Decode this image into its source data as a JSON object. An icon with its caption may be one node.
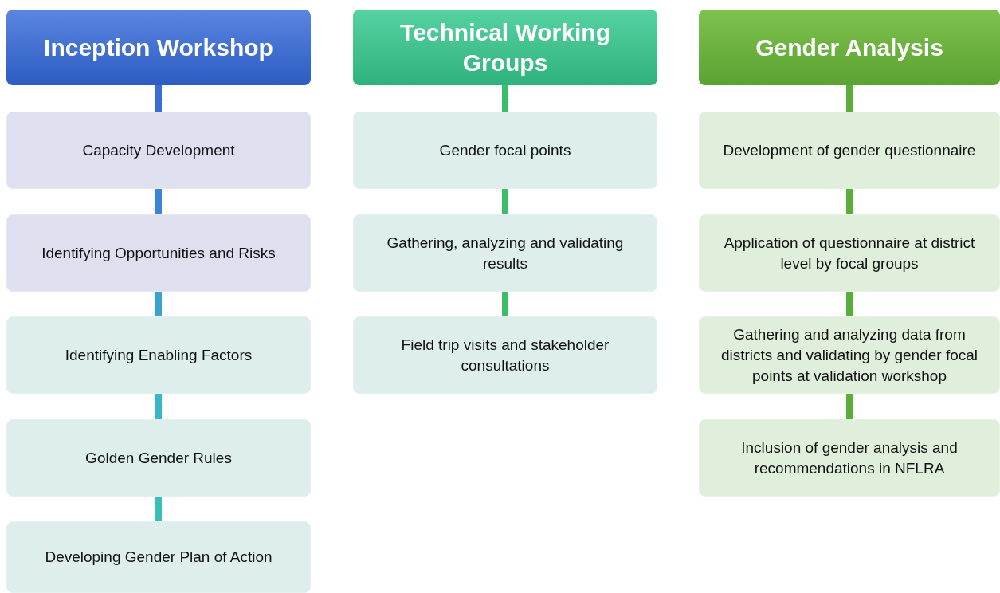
{
  "diagram": {
    "nodes": [
      {
        "text": [
          "Inception Workshop"
        ]
      },
      {
        "text": [
          "Capacity Development"
        ]
      },
      {
        "text": [
          "Identifying Opportunities and Risks"
        ]
      },
      {
        "text": [
          "Identifying Enabling Factors"
        ]
      },
      {
        "text": [
          "Golden Gender Rules"
        ]
      },
      {
        "text": [
          "Developing Gender Plan of Action"
        ]
      },
      {
        "text": [
          "Technical Working Groups"
        ]
      },
      {
        "text": [
          "Gender focal points"
        ]
      },
      {
        "text": [
          "Gathering, analyzing and validating results"
        ]
      },
      {
        "text": [
          "Field trip visits and stakeholder consultations"
        ]
      },
      {
        "text": [
          "Gender Analysis"
        ]
      },
      {
        "text": [
          "Development of gender questionnaire"
        ]
      },
      {
        "text": [
          "Application of questionnaire at district level by focal groups"
        ]
      },
      {
        "text": [
          "Gathering and analyzing data from districts and validating by gender focal points at validation workshop"
        ]
      },
      {
        "text": [
          "Inclusion of gender analysis and recommendations in NFLRA"
        ]
      }
    ],
    "edges": [
      {
        "from": 0,
        "to": 1,
        "arrow": "to",
        "color": "#3a6ed2"
      },
      {
        "from": 1,
        "to": 2,
        "arrow": "to",
        "color": "#3b86d2"
      },
      {
        "from": 2,
        "to": 3,
        "arrow": "to",
        "color": "#3aa2cf"
      },
      {
        "from": 3,
        "to": 4,
        "arrow": "to",
        "color": "#38b6c8"
      },
      {
        "from": 4,
        "to": 5,
        "arrow": "to",
        "color": "#38c0b6"
      },
      {
        "from": 6,
        "to": 7,
        "arrow": "to",
        "color": "#3cbd6a"
      },
      {
        "from": 7,
        "to": 8,
        "arrow": "to",
        "color": "#3cbd6a"
      },
      {
        "from": 8,
        "to": 9,
        "arrow": "to",
        "color": "#3cbd6a"
      },
      {
        "from": 10,
        "to": 11,
        "arrow": "to",
        "color": "#5aae3a"
      },
      {
        "from": 11,
        "to": 12,
        "arrow": "to",
        "color": "#5aae3a"
      },
      {
        "from": 12,
        "to": 13,
        "arrow": "to",
        "color": "#5aae3a"
      },
      {
        "from": 13,
        "to": 14,
        "arrow": "to",
        "color": "#5aae3a"
      }
    ]
  }
}
